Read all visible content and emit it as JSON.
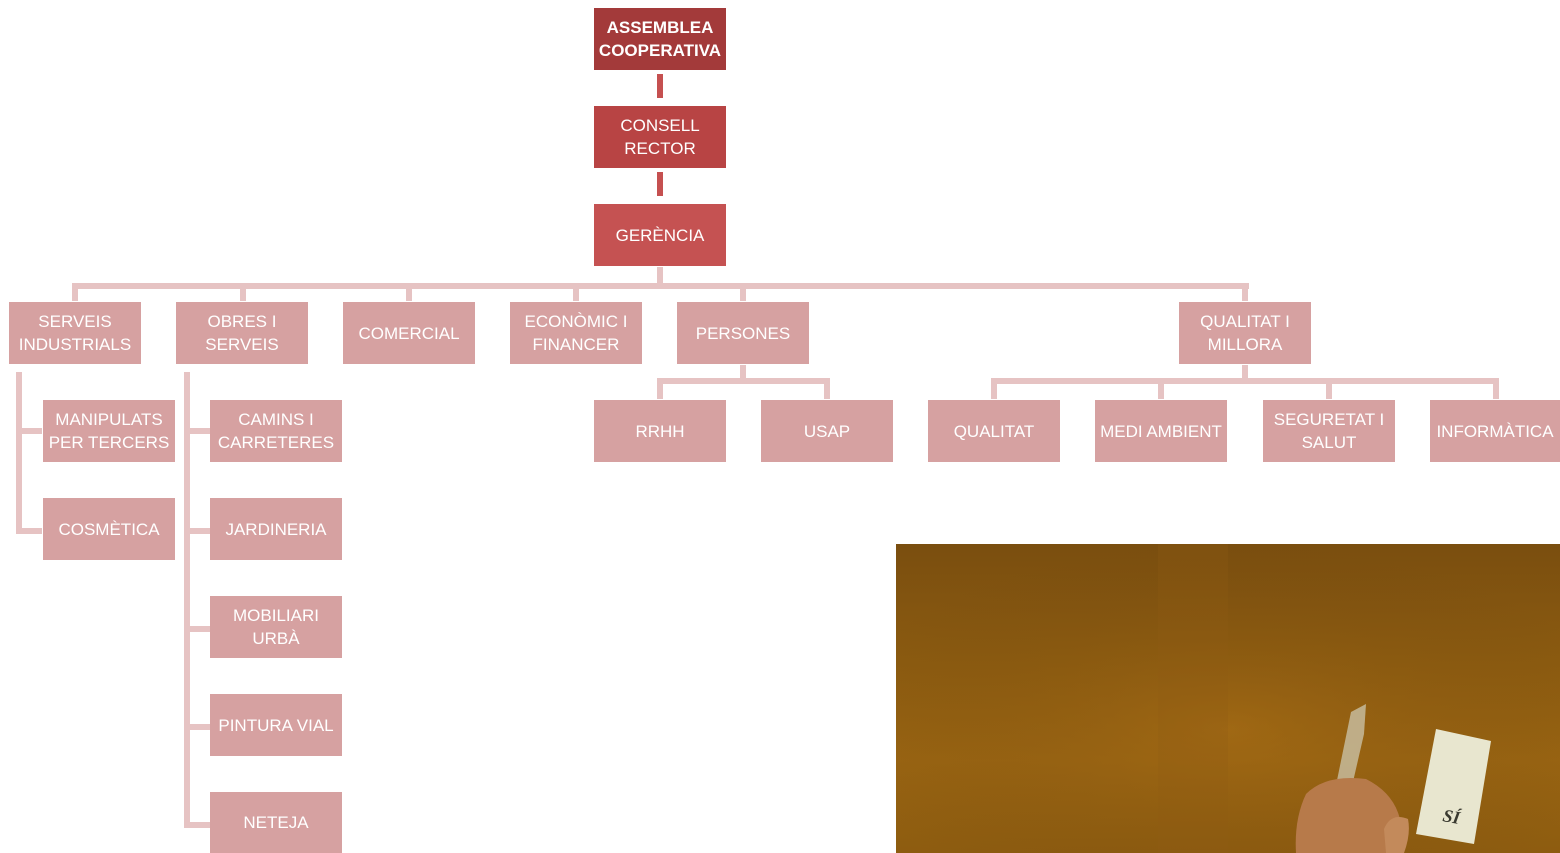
{
  "org_chart": {
    "top": {
      "assemblea": "ASSEMBLEA\nCOOPERATIVA",
      "consell": "CONSELL\nRECTOR",
      "gerencia": "GERÈNCIA"
    },
    "departments": [
      {
        "label": "SERVEIS\nINDUSTRIALS",
        "children": [
          "MANIPULATS\nPER TERCERS",
          "COSMÈTICA"
        ]
      },
      {
        "label": "OBRES I\nSERVEIS",
        "children": [
          "CAMINS I\nCARRETERES",
          "JARDINERIA",
          "MOBILIARI\nURBÀ",
          "PINTURA VIAL",
          "NETEJA"
        ]
      },
      {
        "label": "COMERCIAL",
        "children": []
      },
      {
        "label": "ECONÒMIC I\nFINANCER",
        "children": []
      },
      {
        "label": "PERSONES",
        "children": [
          "RRHH",
          "USAP"
        ]
      },
      {
        "label": "QUALITAT I\nMILLORA",
        "children": [
          "QUALITAT",
          "MEDI AMBIENT",
          "SEGURETAT I\nSALUT",
          "INFORMÀTICA"
        ]
      }
    ]
  },
  "photo": {
    "card_text": "SÍ"
  },
  "colors": {
    "level0": "#a33a3a",
    "level1": "#b84444",
    "level2": "#c55252",
    "level3": "#d6a1a1",
    "connector": "#e6c3c3"
  }
}
